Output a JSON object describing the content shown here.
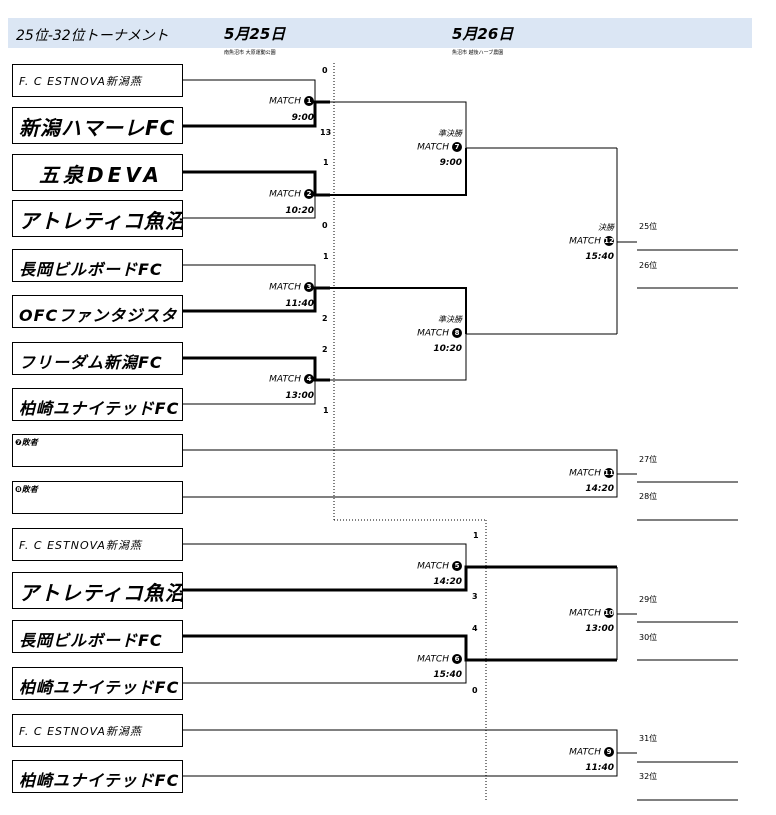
{
  "header": {
    "title": "25位-32位トーナメント",
    "day1": "5月25日",
    "day1_venue": "南魚沼市 大原運動公園",
    "day2": "5月26日",
    "day2_venue": "魚沼市 越後ハーブ農園"
  },
  "teams": {
    "t1": "F. C ESTNOVA新潟燕",
    "t2": "新潟ハマーレFC",
    "t3": "五泉DEVA",
    "t4": "アトレティコ魚沼",
    "t5": "長岡ビルボードFC",
    "t6": "OFCファンタジスタ",
    "t7": "フリーダム新潟FC",
    "t8": "柏崎ユナイテッドFC",
    "t9": "❼敗者",
    "t10": "❽敗者",
    "t11": "F. C ESTNOVA新潟燕",
    "t12": "アトレティコ魚沼",
    "t13": "長岡ビルボードFC",
    "t14": "柏崎ユナイテッドFC",
    "t15": "F. C ESTNOVA新潟燕",
    "t16": "柏崎ユナイテッドFC"
  },
  "matches": {
    "m1": {
      "label": "MATCH",
      "num": "1",
      "time": "9:00"
    },
    "m2": {
      "label": "MATCH",
      "num": "2",
      "time": "10:20"
    },
    "m3": {
      "label": "MATCH",
      "num": "3",
      "time": "11:40"
    },
    "m4": {
      "label": "MATCH",
      "num": "4",
      "time": "13:00"
    },
    "m5": {
      "label": "MATCH",
      "num": "5",
      "time": "14:20"
    },
    "m6": {
      "label": "MATCH",
      "num": "6",
      "time": "15:40"
    },
    "m7": {
      "round": "準決勝",
      "label": "MATCH",
      "num": "7",
      "time": "9:00"
    },
    "m8": {
      "round": "準決勝",
      "label": "MATCH",
      "num": "8",
      "time": "10:20"
    },
    "m9": {
      "label": "MATCH",
      "num": "9",
      "time": "11:40"
    },
    "m10": {
      "label": "MATCH",
      "num": "10",
      "time": "13:00"
    },
    "m11": {
      "label": "MATCH",
      "num": "11",
      "time": "14:20"
    },
    "m12": {
      "round": "決勝",
      "label": "MATCH",
      "num": "12",
      "time": "15:40"
    }
  },
  "scores": {
    "s1": "0",
    "s2": "13",
    "s3": "1",
    "s4": "0",
    "s5": "1",
    "s6": "2",
    "s7": "2",
    "s8": "1",
    "s9": "1",
    "s10": "3",
    "s11": "4",
    "s12": "0"
  },
  "ranks": {
    "r25": "25位",
    "r26": "26位",
    "r27": "27位",
    "r28": "28位",
    "r29": "29位",
    "r30": "30位",
    "r31": "31位",
    "r32": "32位"
  }
}
